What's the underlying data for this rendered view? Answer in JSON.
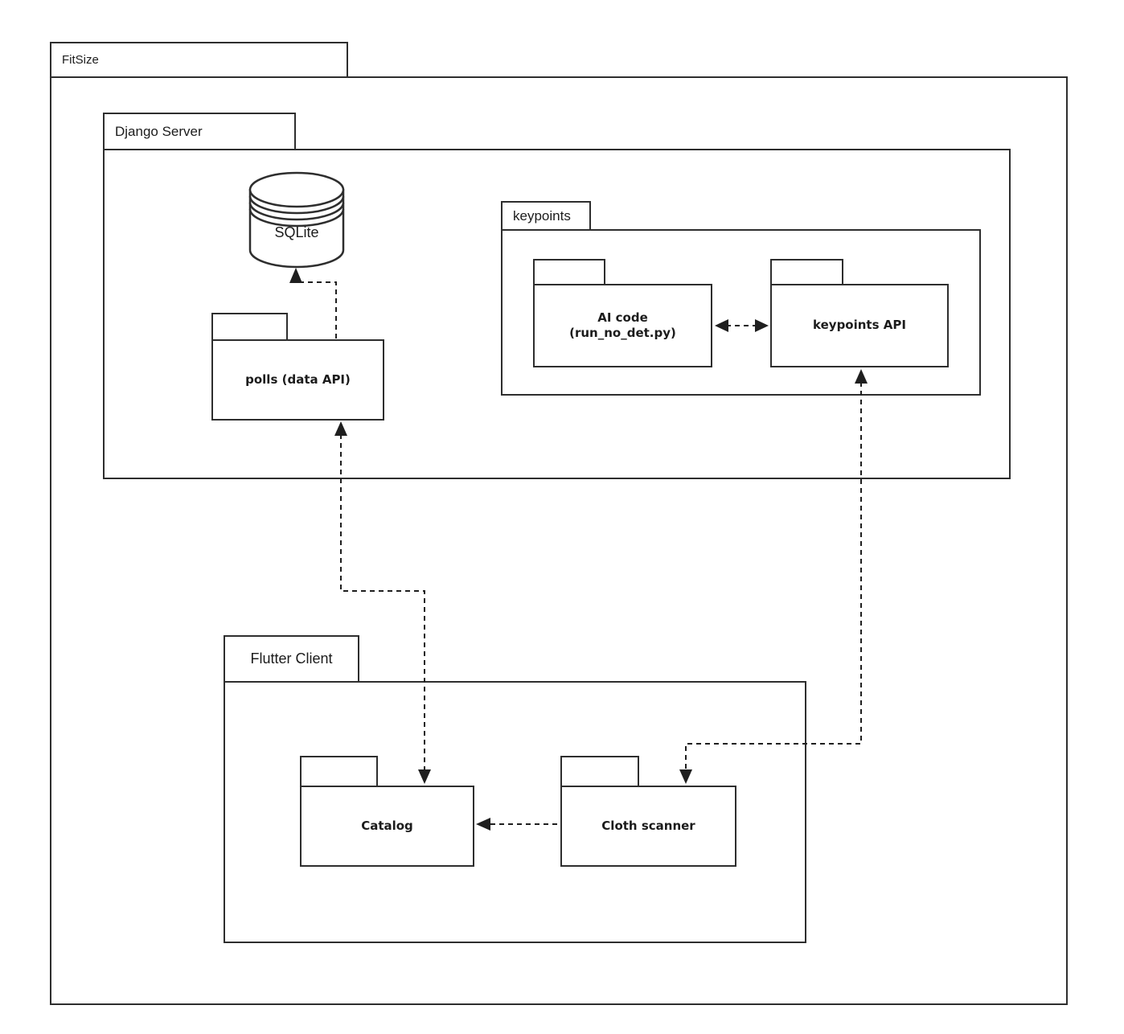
{
  "packages": {
    "fitsize": {
      "label": "FitSize"
    },
    "django_server": {
      "label": "Django Server"
    },
    "polls": {
      "label": "polls (data API)"
    },
    "keypoints": {
      "label": "keypoints"
    },
    "ai_code": {
      "label_line1": "AI code",
      "label_line2": "(run_no_det.py)"
    },
    "keypoints_api": {
      "label": "keypoints API"
    },
    "flutter_client": {
      "label": "Flutter Client"
    },
    "catalog": {
      "label": "Catalog"
    },
    "cloth_scanner": {
      "label": "Cloth scanner"
    }
  },
  "database": {
    "label": "SQLite"
  },
  "relations": [
    {
      "from": "polls",
      "to": "sqlite",
      "style": "dashed",
      "arrow": "to"
    },
    {
      "from": "ai_code",
      "to": "keypoints_api",
      "style": "dashed",
      "arrow": "both"
    },
    {
      "from": "catalog",
      "to": "polls",
      "style": "dashed",
      "arrow": "both"
    },
    {
      "from": "cloth_scanner",
      "to": "keypoints_api",
      "style": "dashed",
      "arrow": "both"
    },
    {
      "from": "cloth_scanner",
      "to": "catalog",
      "style": "dashed",
      "arrow": "to"
    }
  ],
  "colors": {
    "line": "#1f1f1f",
    "border": "#2e2e2e",
    "background": "#ffffff"
  }
}
